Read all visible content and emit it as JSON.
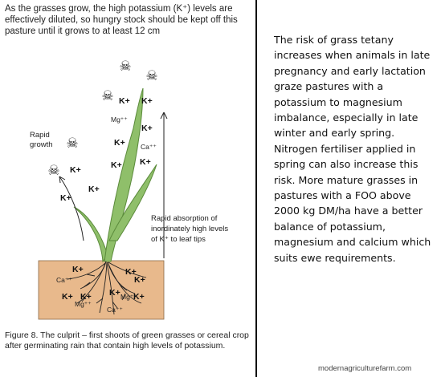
{
  "figure": {
    "intro_text": "As the grasses grow, the high potassium (K⁺) levels are effectively diluted, so hungry stock should be kept off this pasture until it grows to at least 12 cm",
    "rapid_growth_label": "Rapid\ngrowth",
    "absorption_label": "Rapid absorption of\ninordinately high levels\nof K⁺ to leaf tips",
    "caption": "Figure 8. The culprit – first shoots of green grasses or cereal crop after germinating rain that contain high levels of potassium.",
    "ions": {
      "k": "K+",
      "mg": "Mg⁺⁺",
      "ca": "Ca⁺⁺"
    },
    "colors": {
      "soil": "#e8b98c",
      "leaf": "#8fbf6a",
      "leaf_stroke": "#5a8a3a",
      "roots": "#222222"
    }
  },
  "sidebar": {
    "text": "The risk of grass tetany increases when animals in late pregnancy and early lactation graze pastures with a potassium to magnesium imbalance, especially in late winter and early spring. Nitrogen fertiliser applied in spring can also increase this risk. More mature grasses  in pastures with a  FOO above 2000 kg DM/ha have a better balance of potassium, magnesium and calcium which suits ewe requirements."
  },
  "website": "modernagriculturefarm.com"
}
